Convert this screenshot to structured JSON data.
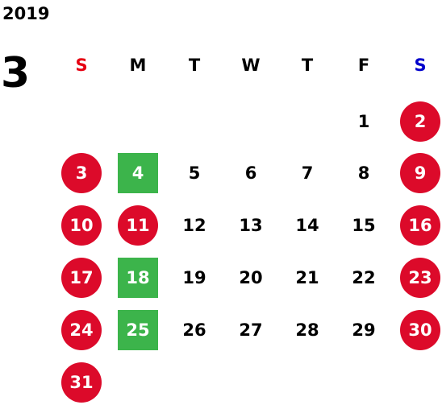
{
  "calendar": {
    "year": "2019",
    "month": "3",
    "weekdays": [
      {
        "label": "S",
        "color": "#e60012"
      },
      {
        "label": "M",
        "color": "#000000"
      },
      {
        "label": "T",
        "color": "#000000"
      },
      {
        "label": "W",
        "color": "#000000"
      },
      {
        "label": "T",
        "color": "#000000"
      },
      {
        "label": "F",
        "color": "#000000"
      },
      {
        "label": "S",
        "color": "#0000cc"
      }
    ],
    "colors": {
      "holiday_circle": "#dc0a2a",
      "special_square": "#3cb44b"
    },
    "weeks": [
      [
        {
          "day": "",
          "style": "none"
        },
        {
          "day": "",
          "style": "none"
        },
        {
          "day": "",
          "style": "none"
        },
        {
          "day": "",
          "style": "none"
        },
        {
          "day": "",
          "style": "none"
        },
        {
          "day": "1",
          "style": "plain"
        },
        {
          "day": "2",
          "style": "circle"
        }
      ],
      [
        {
          "day": "3",
          "style": "circle"
        },
        {
          "day": "4",
          "style": "square"
        },
        {
          "day": "5",
          "style": "plain"
        },
        {
          "day": "6",
          "style": "plain"
        },
        {
          "day": "7",
          "style": "plain"
        },
        {
          "day": "8",
          "style": "plain"
        },
        {
          "day": "9",
          "style": "circle"
        }
      ],
      [
        {
          "day": "10",
          "style": "circle"
        },
        {
          "day": "11",
          "style": "circle"
        },
        {
          "day": "12",
          "style": "plain"
        },
        {
          "day": "13",
          "style": "plain"
        },
        {
          "day": "14",
          "style": "plain"
        },
        {
          "day": "15",
          "style": "plain"
        },
        {
          "day": "16",
          "style": "circle"
        }
      ],
      [
        {
          "day": "17",
          "style": "circle"
        },
        {
          "day": "18",
          "style": "square"
        },
        {
          "day": "19",
          "style": "plain"
        },
        {
          "day": "20",
          "style": "plain"
        },
        {
          "day": "21",
          "style": "plain"
        },
        {
          "day": "22",
          "style": "plain"
        },
        {
          "day": "23",
          "style": "circle"
        }
      ],
      [
        {
          "day": "24",
          "style": "circle"
        },
        {
          "day": "25",
          "style": "square"
        },
        {
          "day": "26",
          "style": "plain"
        },
        {
          "day": "27",
          "style": "plain"
        },
        {
          "day": "28",
          "style": "plain"
        },
        {
          "day": "29",
          "style": "plain"
        },
        {
          "day": "30",
          "style": "circle"
        }
      ],
      [
        {
          "day": "31",
          "style": "circle"
        },
        {
          "day": "",
          "style": "none"
        },
        {
          "day": "",
          "style": "none"
        },
        {
          "day": "",
          "style": "none"
        },
        {
          "day": "",
          "style": "none"
        },
        {
          "day": "",
          "style": "none"
        },
        {
          "day": "",
          "style": "none"
        }
      ]
    ]
  }
}
